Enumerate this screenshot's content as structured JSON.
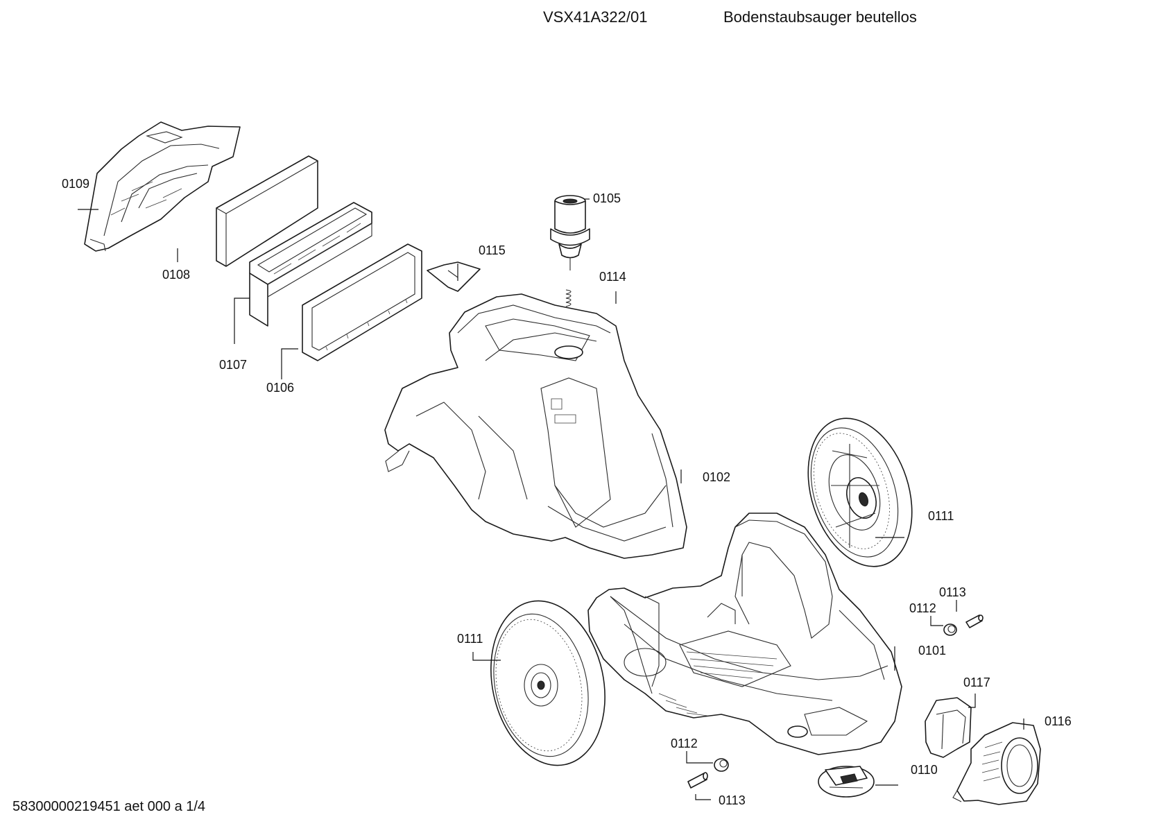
{
  "header": {
    "model": "VSX41A322/01",
    "description": "Bodenstaubsauger beutellos"
  },
  "footer": {
    "doc_ref": "58300000219451 aet 000 a 1/4"
  },
  "callouts": {
    "c0109": "0109",
    "c0108": "0108",
    "c0107": "0107",
    "c0106": "0106",
    "c0105": "0105",
    "c0115": "0115",
    "c0114": "0114",
    "c0102": "0102",
    "c0111a": "0111",
    "c0111b": "0111",
    "c0113a": "0113",
    "c0112a": "0112",
    "c0101": "0101",
    "c0117": "0117",
    "c0116": "0116",
    "c0112b": "0112",
    "c0110": "0110",
    "c0113b": "0113"
  }
}
